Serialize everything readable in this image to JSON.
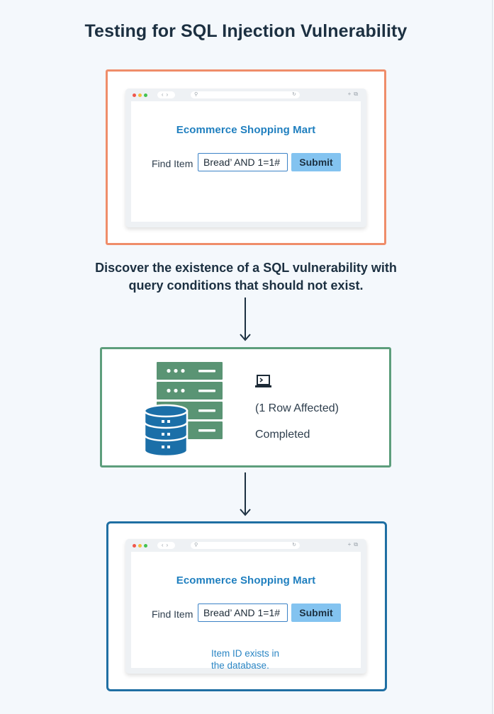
{
  "title": "Testing for SQL Injection Vulnerability",
  "step1": {
    "shop_title": "Ecommerce Shopping Mart",
    "find_label": "Find Item",
    "query_value": "Bread’ AND 1=1#",
    "submit_label": "Submit"
  },
  "caption": {
    "line1": "Discover the existence of a SQL vulnerability with",
    "line2": "query conditions that should not exist."
  },
  "step2": {
    "rows_affected": "(1 Row Affected)",
    "status": "Completed",
    "icons": [
      "database-server-icon",
      "laptop-terminal-icon"
    ]
  },
  "step3": {
    "shop_title": "Ecommerce Shopping Mart",
    "find_label": "Find Item",
    "query_value": "Bread’ AND 1=1#",
    "submit_label": "Submit",
    "result_line1": "Item ID exists in",
    "result_line2": "the database."
  },
  "colors": {
    "step1_border": "#ef8d6a",
    "step2_border": "#5d9e7c",
    "step3_border": "#1f6fa3",
    "accent_blue": "#1f7fbf",
    "button": "#83c3f0",
    "server_green": "#5a9474",
    "database_blue": "#1b6fa8"
  }
}
